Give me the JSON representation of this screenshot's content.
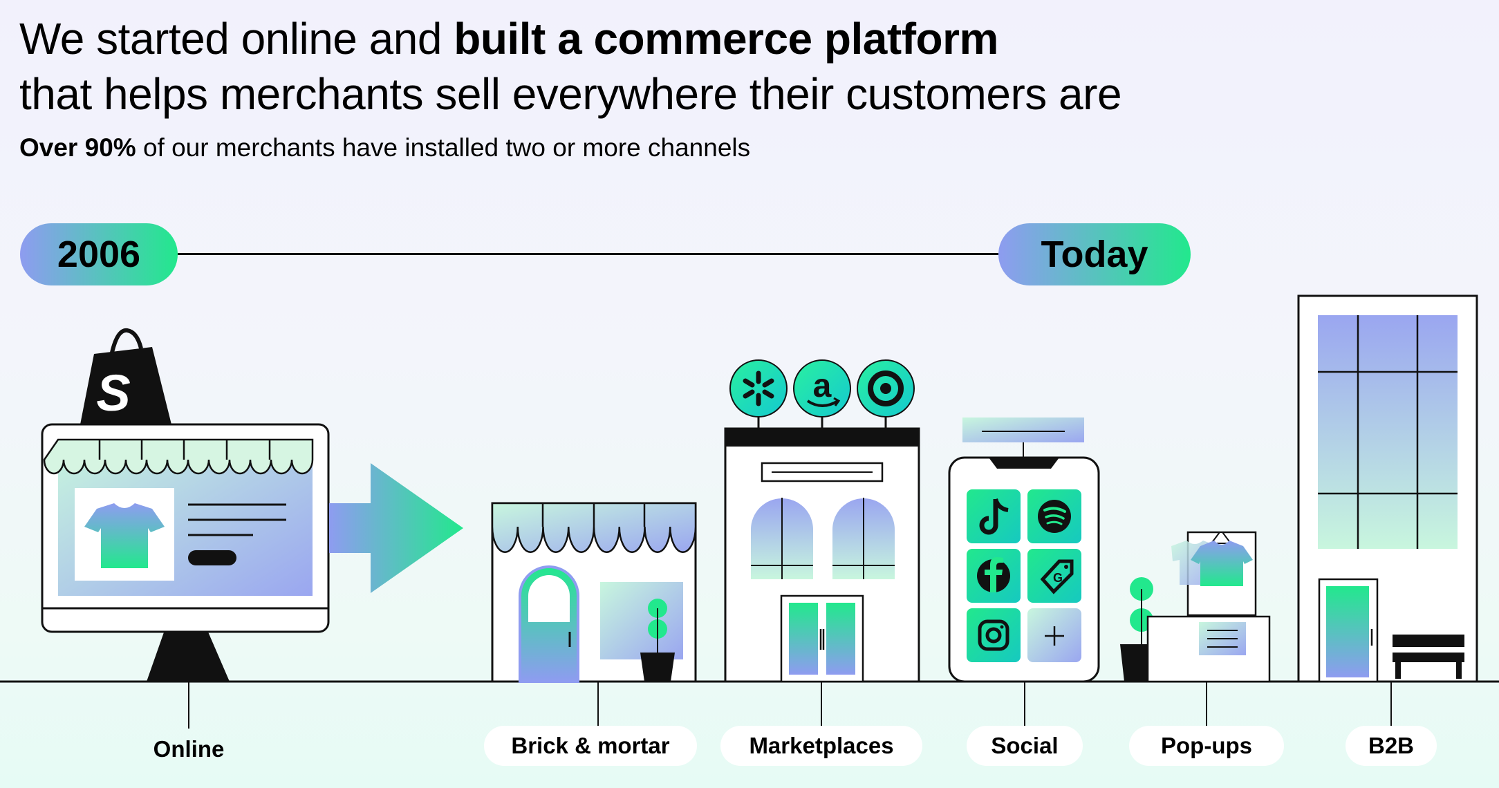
{
  "headline": {
    "line1_regular": "We started online and ",
    "line1_bold": "built a commerce platform",
    "line2": "that helps merchants sell everywhere their customers are"
  },
  "subhead": {
    "bold": "Over 90%",
    "regular": " of our merchants have installed two or more channels"
  },
  "timeline": {
    "start": "2006",
    "end": "Today"
  },
  "channels": {
    "online": "Online",
    "brick": "Brick & mortar",
    "marketplaces": "Marketplaces",
    "social": "Social",
    "popups": "Pop-ups",
    "b2b": "B2B"
  },
  "colors": {
    "purple": "#8e9cf0",
    "green": "#22e88d",
    "teal": "#16d0c4",
    "ink": "#111111"
  },
  "icons": {
    "brand": "shopify-bag-icon",
    "marketplace_logos": [
      "walmart-spark-icon",
      "amazon-icon",
      "target-icon"
    ],
    "social_apps": [
      "tiktok-icon",
      "spotify-icon",
      "facebook-icon",
      "google-shopping-tag-icon",
      "instagram-icon",
      "plus-icon"
    ]
  }
}
